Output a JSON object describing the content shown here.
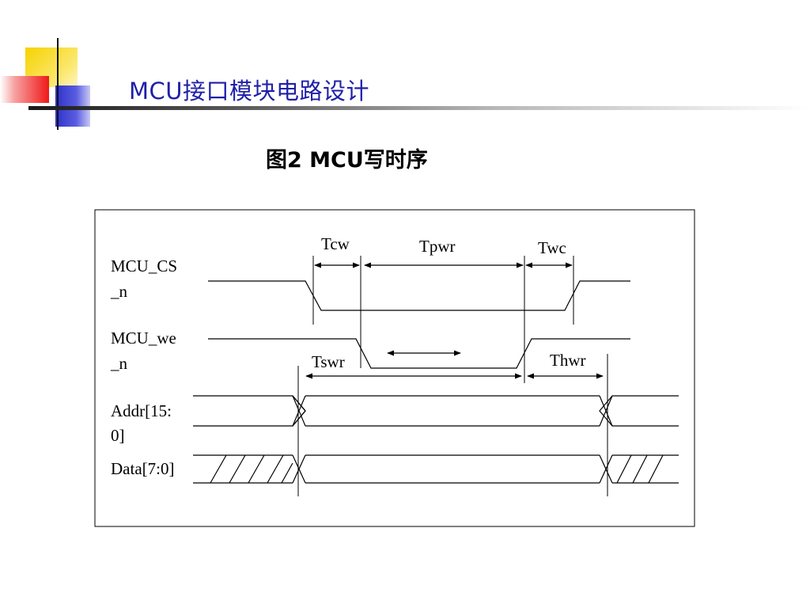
{
  "slide": {
    "title": "MCU接口模块电路设计"
  },
  "figure": {
    "caption": "图2   MCU写时序"
  },
  "signals": [
    {
      "label_lines": [
        "MCU_CS",
        "_n"
      ]
    },
    {
      "label_lines": [
        "MCU_we",
        "_n"
      ]
    },
    {
      "label_lines": [
        "Addr[15:",
        "0]"
      ]
    },
    {
      "label_lines": [
        "Data[7:0]"
      ]
    }
  ],
  "timing_labels": {
    "tcw": "Tcw",
    "tpwr": "Tpwr",
    "twc": "Twc",
    "tswr": "Tswr",
    "thwr": "Thwr"
  },
  "colors": {
    "title": "#1f1fa8",
    "deco_yellow": "#f6d200",
    "deco_red": "#f01818",
    "deco_blue": "#2e31c8"
  }
}
